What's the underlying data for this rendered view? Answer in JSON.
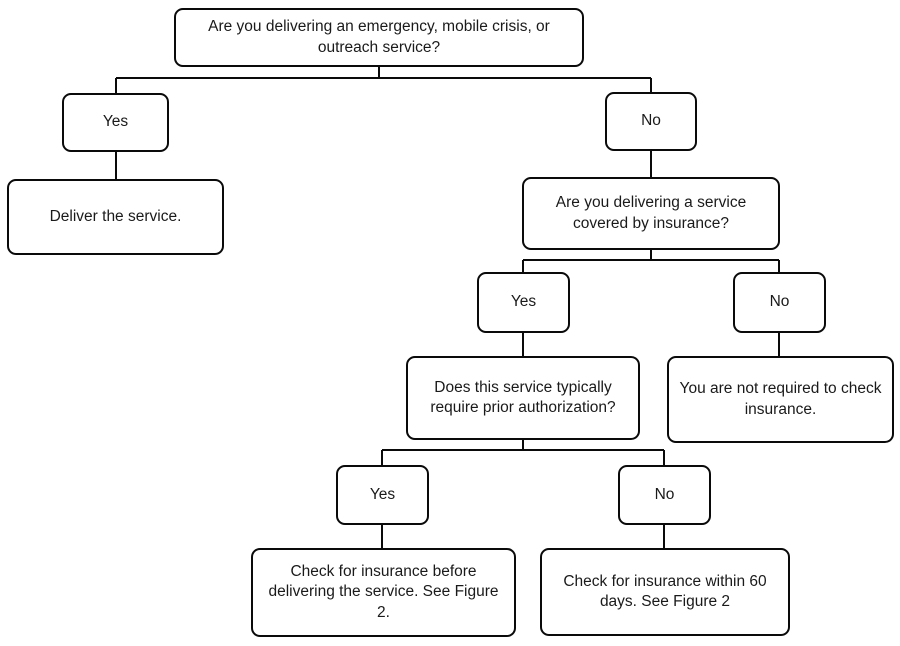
{
  "figure": {
    "type": "decision-flowchart",
    "title": "Insurance verification decision tree",
    "colors": {
      "stroke": "#0a0a0a",
      "text": "#1a1a1a",
      "fill": "#ffffff",
      "background": "#ffffff"
    }
  },
  "nodes": {
    "q1": {
      "label": "Are you delivering an emergency, mobile crisis, or outreach service?",
      "kind": "decision"
    },
    "q1_yes": {
      "label": "Yes",
      "kind": "answer"
    },
    "q1_no": {
      "label": "No",
      "kind": "answer"
    },
    "deliver": {
      "label": "Deliver the service.",
      "kind": "terminal"
    },
    "q2": {
      "label": "Are you delivering a service covered by insurance?",
      "kind": "decision"
    },
    "q2_yes": {
      "label": "Yes",
      "kind": "answer"
    },
    "q2_no": {
      "label": "No",
      "kind": "answer"
    },
    "not_required": {
      "label": "You are not required to check insurance.",
      "kind": "terminal"
    },
    "q3": {
      "label": "Does this service typically require prior authorization?",
      "kind": "decision"
    },
    "q3_yes": {
      "label": "Yes",
      "kind": "answer"
    },
    "q3_no": {
      "label": "No",
      "kind": "answer"
    },
    "check_before": {
      "label": "Check for insurance before delivering the service. See Figure 2.",
      "kind": "terminal"
    },
    "check_within_60": {
      "label": "Check for insurance within 60 days. See Figure 2",
      "kind": "terminal"
    }
  }
}
